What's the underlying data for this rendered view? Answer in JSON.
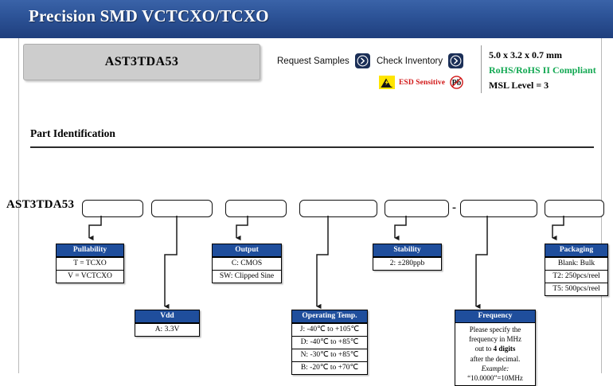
{
  "banner": {
    "title": "Precision SMD VCTCXO/TCXO"
  },
  "header": {
    "part_number": "AST3TDA53",
    "actions": [
      {
        "label": "Request Samples",
        "icon": "chevron-right-icon"
      },
      {
        "label": "Check Inventory",
        "icon": "chevron-right-icon"
      }
    ],
    "badges": {
      "esd_label": "ESD Sensitive",
      "esd_icon": "esd-sensitive-icon",
      "pb_icon": "lead-free-icon",
      "pb_label": "Pb"
    },
    "specs": {
      "dimensions": "5.0 x 3.2 x 0.7 mm",
      "rohs": "RoHS/RoHS II Compliant",
      "msl": "MSL Level = 3"
    },
    "colors": {
      "banner": "#2c5296",
      "rohs": "#12a852",
      "esd": "#d11515",
      "table_header": "#1f4e9c"
    }
  },
  "section": {
    "title": "Part Identification"
  },
  "part_id": {
    "prefix": "AST3TDA53",
    "separator": "-",
    "boxes": [
      "",
      "",
      "",
      "",
      "",
      "",
      ""
    ]
  },
  "legend": {
    "pullability": {
      "title": "Pullability",
      "rows": [
        "T = TCXO",
        "V = VCTCXO"
      ]
    },
    "vdd": {
      "title": "Vdd",
      "rows": [
        "A: 3.3V"
      ]
    },
    "output": {
      "title": "Output",
      "rows": [
        "C: CMOS",
        "SW: Clipped Sine"
      ]
    },
    "operating_temp": {
      "title": "Operating Temp.",
      "rows": [
        "J: -40℃ to +105℃",
        "D: -40℃ to +85℃",
        "N: -30℃ to +85℃",
        "B: -20℃ to +70℃"
      ]
    },
    "stability": {
      "title": "Stability",
      "rows": [
        "2: ±280ppb"
      ]
    },
    "frequency": {
      "title": "Frequency",
      "line1": "Please specify the",
      "line2": "frequency in MHz",
      "line3a": "out to ",
      "line3b": "4 digits",
      "line4": "after the decimal.",
      "line5": "Example:",
      "line6": "“10.0000”=10MHz"
    },
    "packaging": {
      "title": "Packaging",
      "rows": [
        "Blank: Bulk",
        "T2: 250pcs/reel",
        "T5: 500pcs/reel"
      ]
    }
  }
}
